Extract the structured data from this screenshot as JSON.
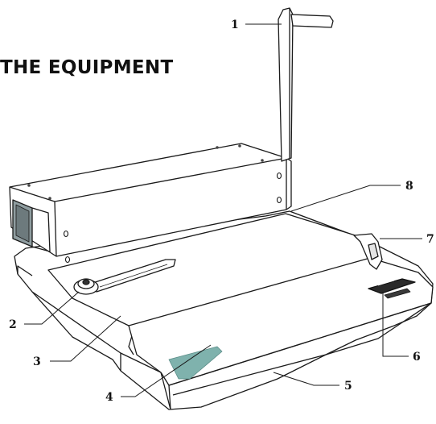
{
  "title": "THE EQUIPMENT",
  "callouts": [
    {
      "label": "1"
    },
    {
      "label": "8"
    },
    {
      "label": "7"
    },
    {
      "label": "2"
    },
    {
      "label": "3"
    },
    {
      "label": "6"
    },
    {
      "label": "4"
    },
    {
      "label": "5"
    }
  ],
  "colors": {
    "line": "#1a1a1a",
    "body": "#ffffff",
    "window": "#8f9da0",
    "accent": "#7fb2ad",
    "panel": "#2a2a2a"
  }
}
